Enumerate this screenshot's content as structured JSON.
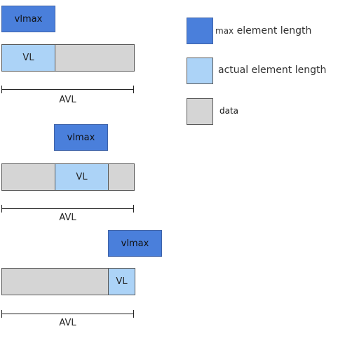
{
  "diagrams": [
    {
      "vlmax_label": "vlmax",
      "vl_label": "VL",
      "avl_label": "AVL"
    },
    {
      "vlmax_label": "vlmax",
      "vl_label": "VL",
      "avl_label": "AVL"
    },
    {
      "vlmax_label": "vlmax",
      "vl_label": "VL",
      "avl_label": "AVL"
    }
  ],
  "legend": {
    "items": [
      {
        "label_prefix": "max",
        "label": " element length",
        "color": "#4a7fdb"
      },
      {
        "label": "actual element length",
        "color": "#acd3f7"
      },
      {
        "label": "data",
        "color": "#d5d5d5"
      }
    ]
  }
}
